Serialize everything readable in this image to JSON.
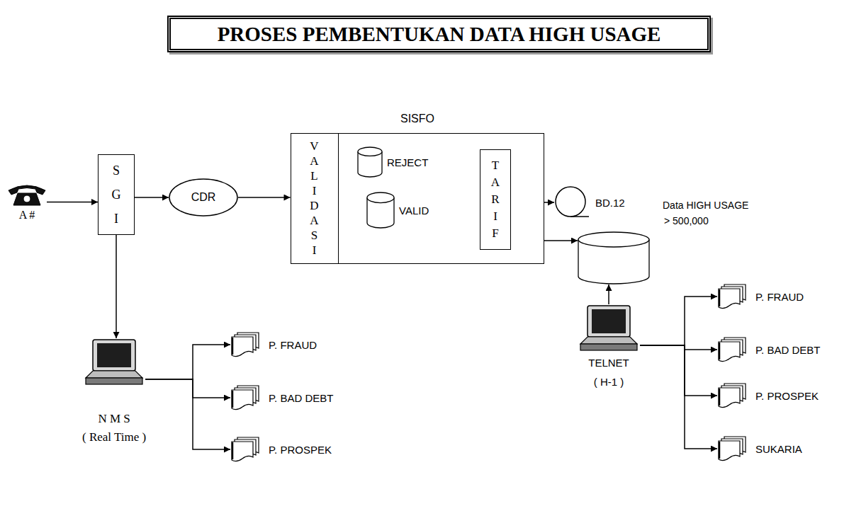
{
  "diagram": {
    "title": "PROSES PEMBENTUKAN DATA HIGH USAGE",
    "nodes": [
      {
        "text": [
          "A #"
        ]
      },
      {
        "text": [
          "SGI"
        ]
      },
      {
        "text": [
          "CDR"
        ]
      },
      {
        "text": [
          "SISFO"
        ]
      },
      {
        "text": [
          "VALIDASI"
        ],
        "in": 3
      },
      {
        "text": [
          "REJECT"
        ],
        "in": 3
      },
      {
        "text": [
          "VALID"
        ],
        "in": 3
      },
      {
        "text": [
          "TARIF"
        ],
        "in": 3
      },
      {
        "text": [
          "BD.12"
        ]
      },
      {
        "text": [
          "Data HIGH USAGE",
          "> 500,000"
        ]
      },
      {
        "text": [
          "N M S",
          "( Real Time )"
        ]
      },
      {
        "text": [
          "P. FRAUD"
        ]
      },
      {
        "text": [
          "P. BAD DEBT"
        ]
      },
      {
        "text": [
          "P. PROSPEK"
        ]
      },
      {
        "text": [
          "TELNET",
          "( H-1 )"
        ]
      },
      {
        "text": [
          "P. FRAUD"
        ]
      },
      {
        "text": [
          "P. BAD DEBT"
        ]
      },
      {
        "text": [
          "P. PROSPEK"
        ]
      },
      {
        "text": [
          "SUKARIA"
        ]
      }
    ],
    "edges": [
      {
        "from": 0,
        "to": 1,
        "arrow": "to"
      },
      {
        "from": 1,
        "to": 2,
        "arrow": "to"
      },
      {
        "from": 2,
        "to": 4,
        "arrow": "to"
      },
      {
        "from": 4,
        "to": 5,
        "arrow": "to"
      },
      {
        "from": 4,
        "to": 6,
        "arrow": "to"
      },
      {
        "from": 6,
        "to": 7,
        "arrow": "to"
      },
      {
        "from": 7,
        "to": 8,
        "arrow": "to"
      },
      {
        "from": 7,
        "to": 9,
        "arrow": "to"
      },
      {
        "from": 1,
        "to": 10,
        "arrow": "to"
      },
      {
        "from": 10,
        "to": 11,
        "arrow": "to"
      },
      {
        "from": 10,
        "to": 12,
        "arrow": "to"
      },
      {
        "from": 10,
        "to": 13,
        "arrow": "to"
      },
      {
        "from": 14,
        "to": 9,
        "arrow": "to"
      },
      {
        "from": 14,
        "to": 15,
        "arrow": "to"
      },
      {
        "from": 14,
        "to": 16,
        "arrow": "to"
      },
      {
        "from": 14,
        "to": 17,
        "arrow": "to"
      },
      {
        "from": 14,
        "to": 18,
        "arrow": "to"
      }
    ]
  }
}
